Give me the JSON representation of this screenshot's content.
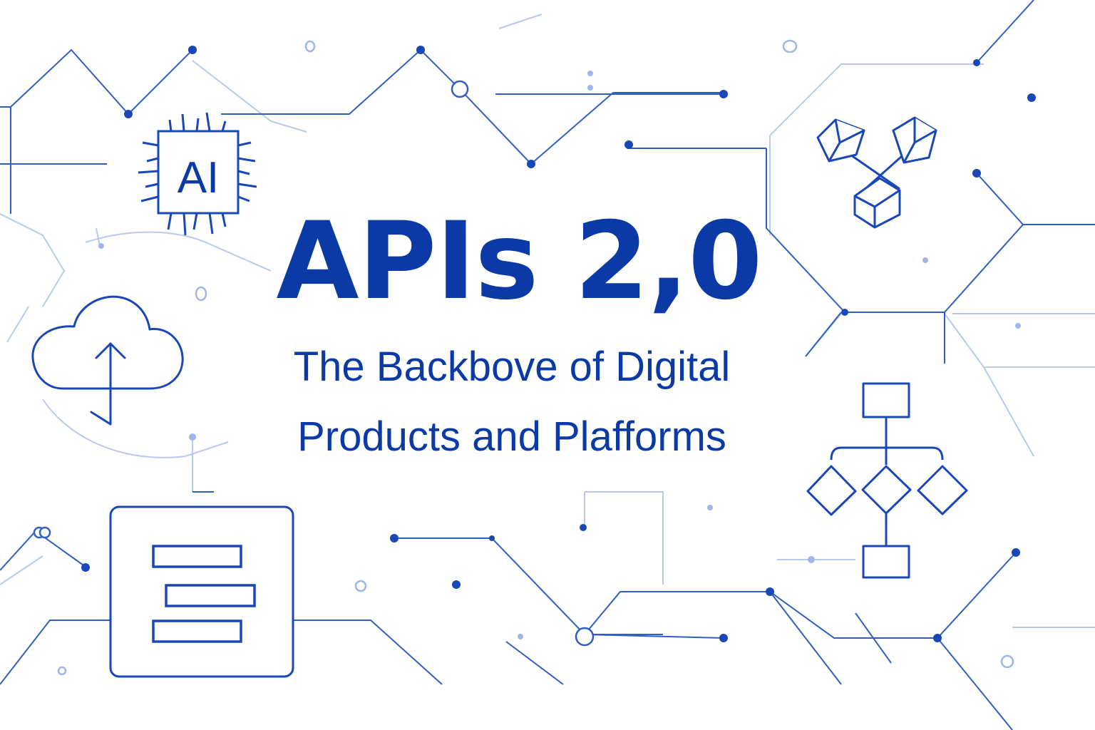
{
  "theme": {
    "primary_color": "#0b3aa6",
    "line_color": "#2f5fc4",
    "faint_line_color": "#b9c9ee"
  },
  "headline": {
    "title": "APIs 2,0",
    "subtitle_line_1": "The Backbove of Digital",
    "subtitle_line_2": "Products and Plafforms"
  },
  "icons": {
    "chip_label": "AI",
    "items": [
      "ai-chip-icon",
      "cloud-upload-icon",
      "server-list-icon",
      "cubes-network-icon",
      "flowchart-icon"
    ]
  }
}
